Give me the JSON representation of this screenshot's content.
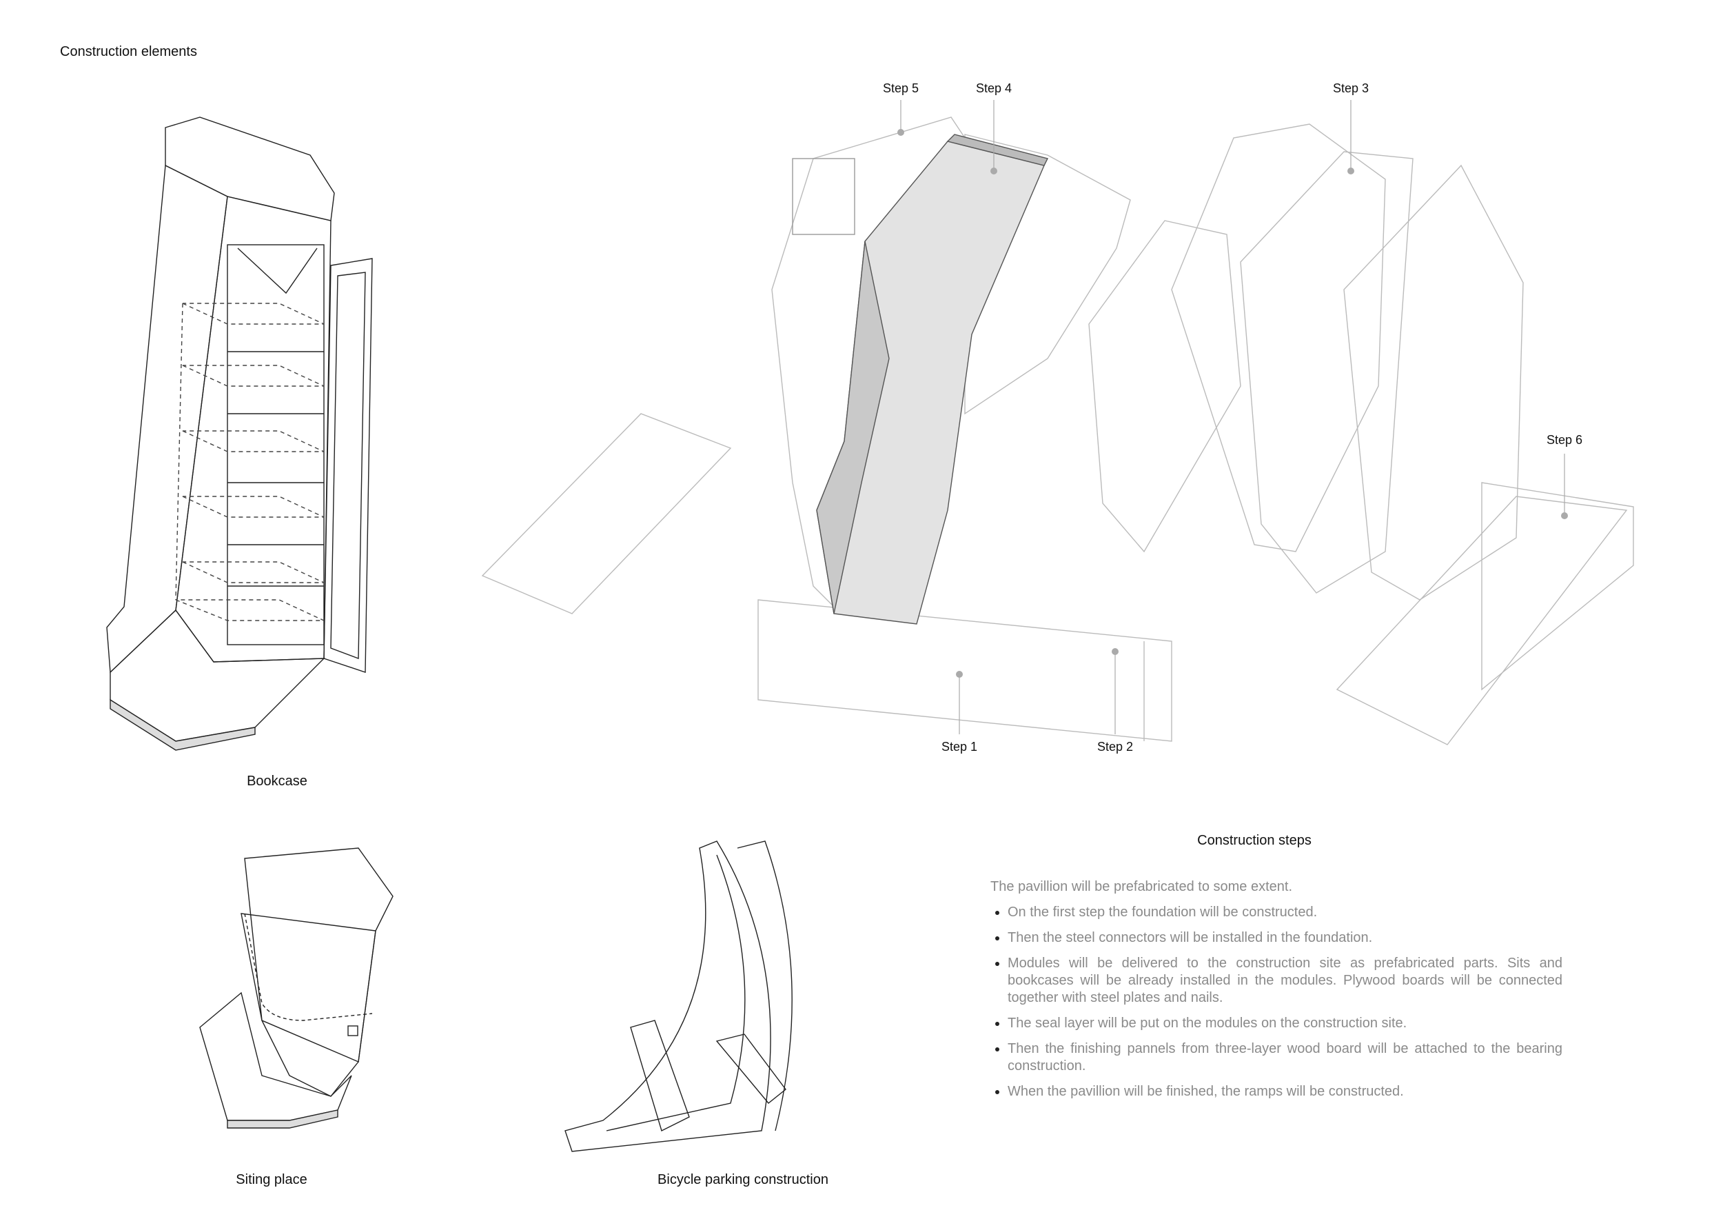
{
  "page_title": "Construction elements",
  "captions": {
    "bookcase": "Bookcase",
    "siting_place": "Siting place",
    "bicycle_parking": "Bicycle parking construction"
  },
  "step_labels": {
    "step1": "Step 1",
    "step2": "Step 2",
    "step3": "Step 3",
    "step4": "Step 4",
    "step5": "Step 5",
    "step6": "Step 6"
  },
  "construction_steps": {
    "title": "Construction steps",
    "intro": "The pavillion will be prefabricated to some extent.",
    "items": [
      "On the first step the foundation will be constructed.",
      "Then the steel connectors will be installed in the foundation.",
      "Modules will be delivered to the construction site as prefabricated parts. Sits and bookcases will be already installed in the modules. Plywood boards will be connected together with steel plates and nails.",
      "The seal layer will be put on the modules on the construction site.",
      "Then the finishing pannels from three-layer wood board will be attached to the bearing construction.",
      "When the pavillion will be finished, the ramps will be constructed."
    ]
  }
}
